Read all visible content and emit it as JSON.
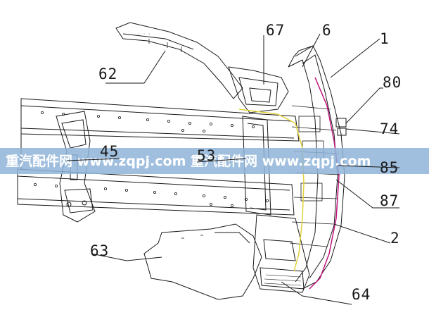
{
  "callouts": {
    "c62": "62",
    "c67": "67",
    "c6": "6",
    "c1": "1",
    "c80": "80",
    "c74": "74",
    "c45": "45",
    "c53": "53",
    "c85": "85",
    "c87": "87",
    "c2": "2",
    "c63": "63",
    "c64": "64"
  },
  "watermark": {
    "text": "重汽配件网 www.zqpj.com 重汽配件网 www.zqpj.com",
    "band_color": "#8fb4d8"
  },
  "colors": {
    "line": "#1a1a1a",
    "harness_yellow": "#e2d23a",
    "harness_magenta": "#c0147e"
  }
}
